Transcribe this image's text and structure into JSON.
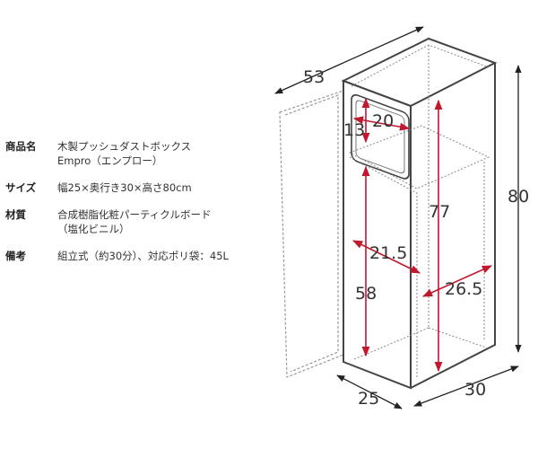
{
  "specs": [
    {
      "label": "商品名",
      "lines": [
        "木製プッシュダストボックス",
        "Empro（エンプロー）"
      ]
    },
    {
      "label": "サイズ",
      "lines": [
        "幅25×奥行き30×高さ80cm"
      ]
    },
    {
      "label": "材質",
      "lines": [
        "合成樹脂化粧パーティクルボード",
        "（塩化ビニル）"
      ]
    },
    {
      "label": "備考",
      "lines": [
        "組立式（約30分）、対応ポリ袋：45L"
      ]
    }
  ],
  "dimensions": {
    "d53": "53",
    "d80": "80",
    "d13": "13",
    "d20": "20",
    "d77": "77",
    "d21_5": "21.5",
    "d58": "58",
    "d26_5": "26.5",
    "d25": "25",
    "d30": "30"
  },
  "colors": {
    "outline": "#444444",
    "dashed": "#999999",
    "arrow_red": "#c0192f",
    "arrow_black": "#222222",
    "dim_text": "#333333"
  }
}
